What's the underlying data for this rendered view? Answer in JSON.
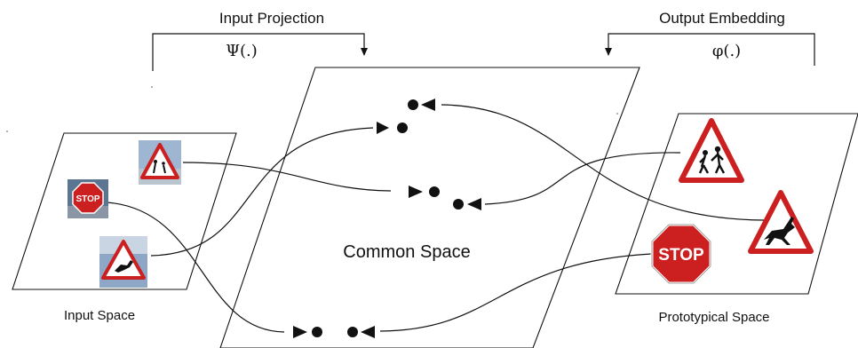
{
  "labels": {
    "input_projection": "Input Projection",
    "input_projection_fn": "Ψ(.)",
    "output_embedding": "Output Embedding",
    "output_embedding_fn": "φ(.)",
    "common_space": "Common Space",
    "input_space": "Input Space",
    "prototypical_space": "Prototypical Space"
  },
  "signs": {
    "stop_text": "STOP"
  },
  "colors": {
    "stroke": "#111111",
    "sign_red": "#cc1f1f",
    "sign_white": "#ffffff",
    "photo_sky": "#8fa7c6"
  },
  "icons": [
    "children-crossing-sign-photo-icon",
    "stop-sign-photo-icon",
    "deer-crossing-sign-photo-icon",
    "children-crossing-sign-icon",
    "deer-crossing-sign-icon",
    "stop-sign-icon"
  ]
}
